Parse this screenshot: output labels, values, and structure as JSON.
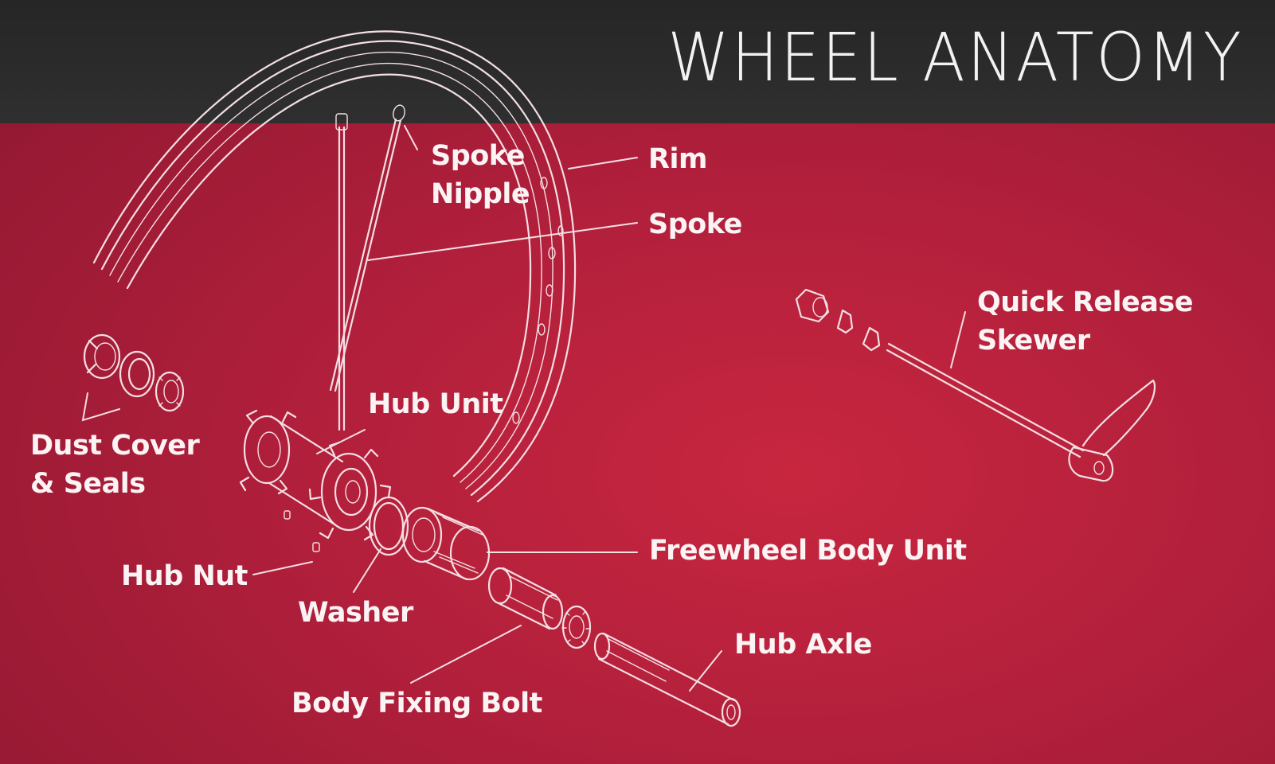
{
  "title": "WHEEL ANATOMY",
  "colors": {
    "header_band": "#2a2a2a",
    "background": "#b51f3c",
    "line_art": "#f4dfe3",
    "text": "#fbf3f4"
  },
  "labels": {
    "spoke_nipple": [
      "Spoke",
      "Nipple"
    ],
    "rim": "Rim",
    "spoke": "Spoke",
    "quick_release_skewer": [
      "Quick Release",
      "Skewer"
    ],
    "hub_unit": "Hub Unit",
    "dust_cover_seals": [
      "Dust Cover",
      "& Seals"
    ],
    "freewheel_body_unit": "Freewheel Body Unit",
    "hub_nut": "Hub Nut",
    "washer": "Washer",
    "hub_axle": "Hub Axle",
    "body_fixing_bolt": "Body Fixing Bolt"
  }
}
